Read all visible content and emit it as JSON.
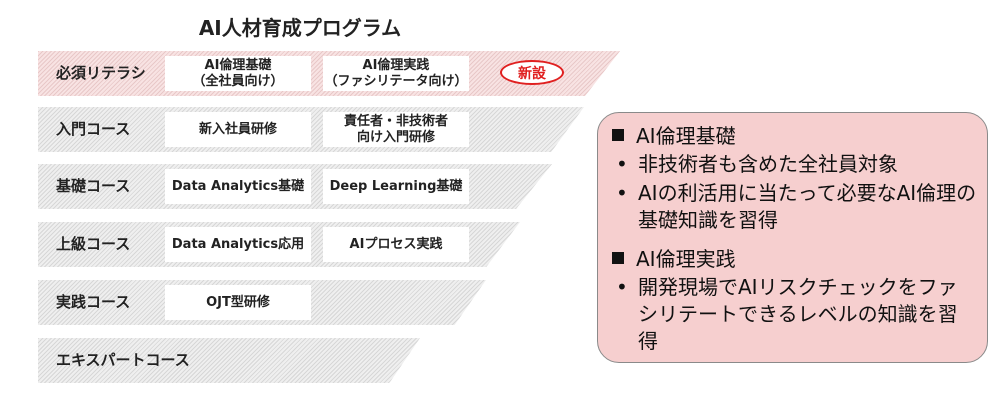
{
  "title": "AI人材育成プログラム",
  "tiers": [
    {
      "label": "必須リテラシ",
      "courses": [
        "AI倫理基礎\n（全社員向け）",
        "AI倫理実践\n（ファシリテータ向け）"
      ],
      "badge": "新設"
    },
    {
      "label": "入門コース",
      "courses": [
        "新入社員研修",
        "責任者・非技術者\n向け入門研修"
      ]
    },
    {
      "label": "基礎コース",
      "courses": [
        "Data Analytics基礎",
        "Deep Learning基礎"
      ]
    },
    {
      "label": "上級コース",
      "courses": [
        "Data Analytics応用",
        "AIプロセス実践"
      ]
    },
    {
      "label": "実践コース",
      "courses": [
        "OJT型研修"
      ]
    },
    {
      "label": "エキスパートコース",
      "courses": []
    }
  ],
  "info": {
    "sections": [
      {
        "heading": "AI倫理基礎",
        "bullets": [
          "非技術者も含めた全社員対象",
          "AIの利活用に当たって必要なAI倫理の基礎知識を習得"
        ]
      },
      {
        "heading": "AI倫理実践",
        "bullets": [
          "開発現場でAIリスクチェックをファシリテートできるレベルの知識を習得"
        ]
      }
    ],
    "bullet_symbol": "•"
  },
  "colors": {
    "badge": "#e02020",
    "info_box": "#f6cfcf",
    "highlight_band": "#f8e3e3"
  }
}
